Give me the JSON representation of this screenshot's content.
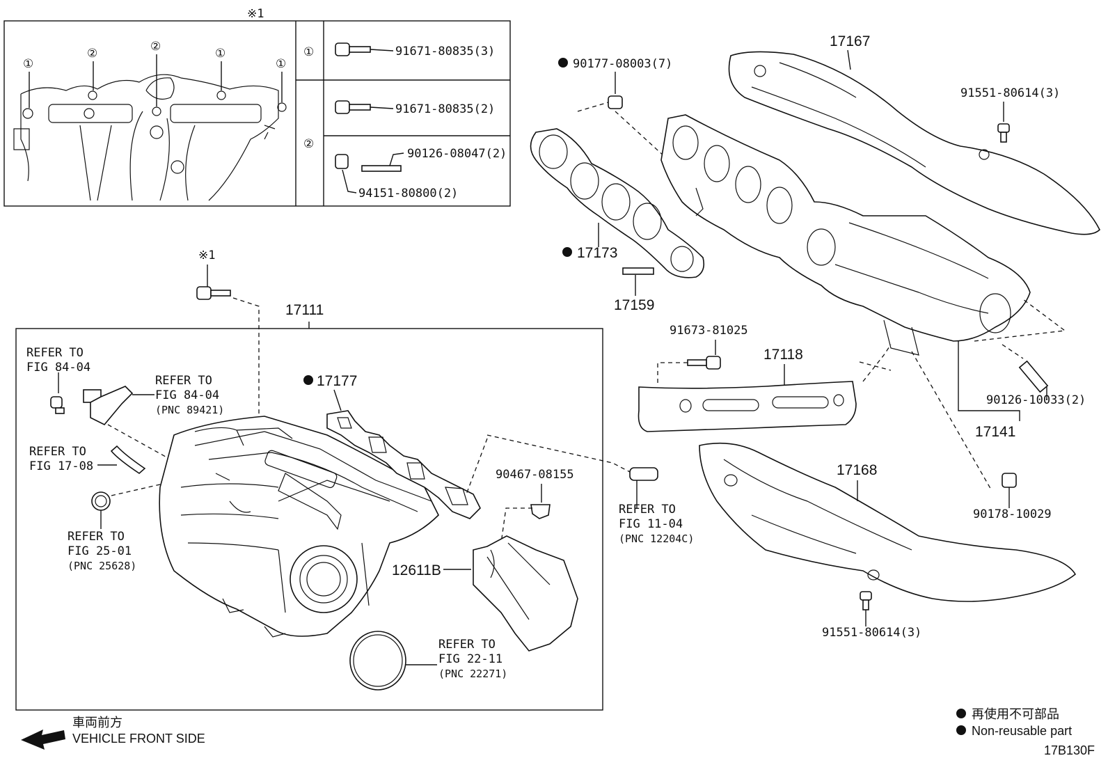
{
  "inset": {
    "mark": "※1",
    "circled_1": "①",
    "circled_2": "②",
    "row1_part": "91671-80835(3)",
    "row2_part_a": "91671-80835(2)",
    "row2_part_b": "90126-08047(2)",
    "row2_part_c": "94151-80800(2)"
  },
  "parts": {
    "p17167": "17167",
    "p90177": "90177-08003(7)",
    "p91551_top": "91551-80614(3)",
    "p17173": "17173",
    "p17159": "17159",
    "p17111": "17111",
    "mark1": "※1",
    "p91673": "91673-81025",
    "p17118": "17118",
    "p90126": "90126-10033(2)",
    "p17141": "17141",
    "p17177": "17177",
    "p17168": "17168",
    "p90467": "90467-08155",
    "p90178": "90178-10029",
    "p12611B": "12611B",
    "p91551_bot": "91551-80614(3)"
  },
  "refs": {
    "r1_a": "REFER TO",
    "r1_b": "FIG 84-04",
    "r2_a": "REFER TO",
    "r2_b": "FIG 84-04",
    "r2_c": "(PNC 89421)",
    "r3_a": "REFER TO",
    "r3_b": "FIG 17-08",
    "r4_a": "REFER TO",
    "r4_b": "FIG 25-01",
    "r4_c": "(PNC 25628)",
    "r5_a": "REFER TO",
    "r5_b": "FIG 11-04",
    "r5_c": "(PNC 12204C)",
    "r6_a": "REFER TO",
    "r6_b": "FIG 22-11",
    "r6_c": "(PNC 22271)"
  },
  "footer": {
    "direction_jp": "車両前方",
    "direction_en": "VEHICLE FRONT SIDE",
    "legend_jp": "再使用不可部品",
    "legend_en": "Non-reusable part",
    "code": "17B130F"
  }
}
